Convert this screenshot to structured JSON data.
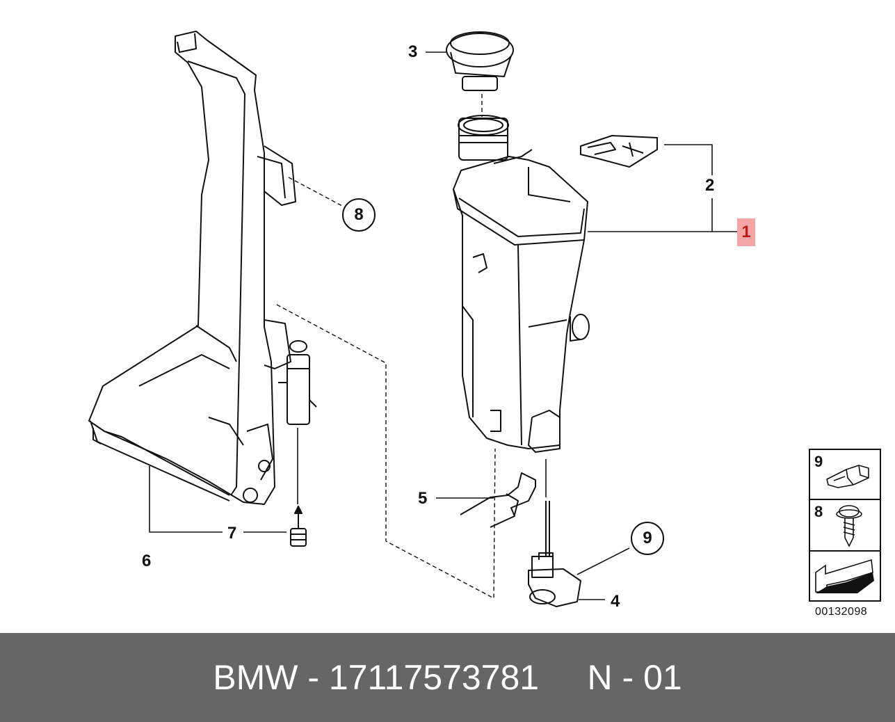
{
  "diagram": {
    "callouts": {
      "c1": "1",
      "c2": "2",
      "c3": "3",
      "c4": "4",
      "c5": "5",
      "c6": "6",
      "c7": "7",
      "c8": "8",
      "c9": "9"
    },
    "highlight_color": "#f4a6a6",
    "legend": {
      "row1_num": "9",
      "row2_num": "8"
    },
    "diagram_id": "00132098"
  },
  "footer": {
    "text": "BMW - 17117573781     N - 01",
    "background": "#666666"
  }
}
